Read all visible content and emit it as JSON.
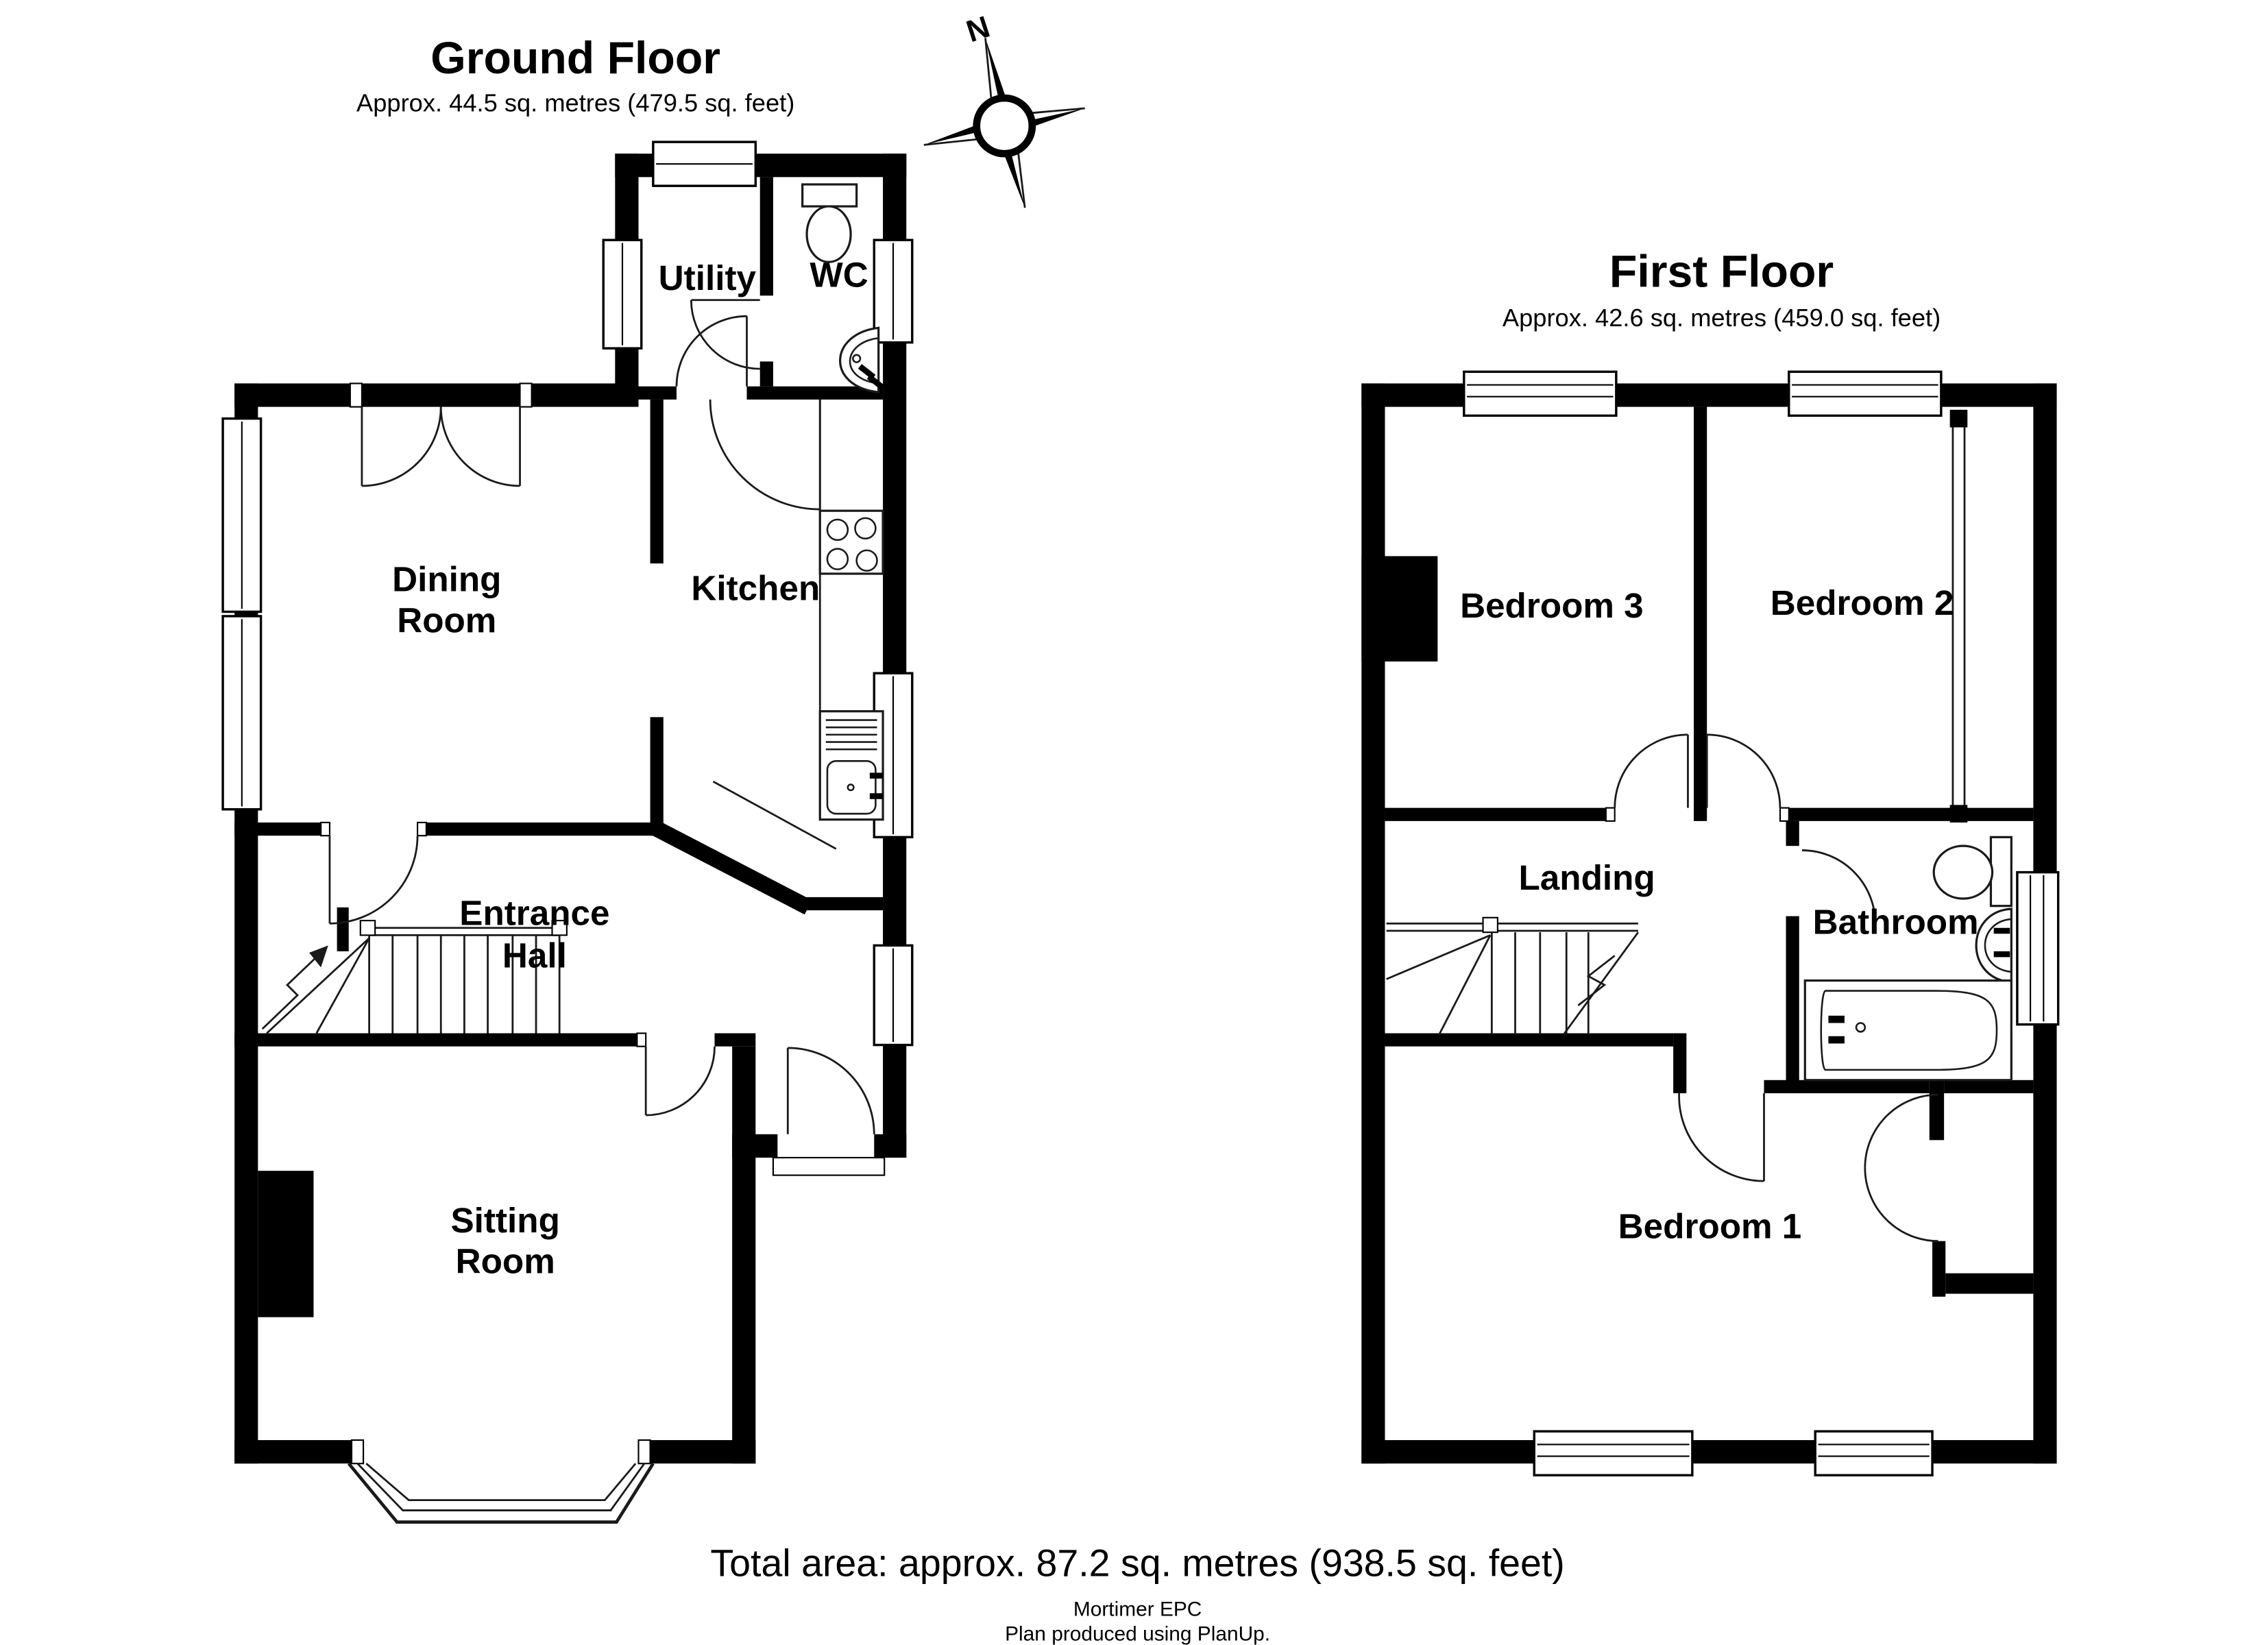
{
  "ground_floor": {
    "title": "Ground Floor",
    "area_label": "Approx. 44.5 sq. metres (479.5 sq. feet)",
    "rooms": {
      "utility": "Utility",
      "wc": "WC",
      "dining_line1": "Dining",
      "dining_line2": "Room",
      "kitchen": "Kitchen",
      "hall_line1": "Entrance",
      "hall_line2": "Hall",
      "sitting_line1": "Sitting",
      "sitting_line2": "Room"
    }
  },
  "first_floor": {
    "title": "First Floor",
    "area_label": "Approx. 42.6 sq. metres (459.0 sq. feet)",
    "rooms": {
      "bedroom3": "Bedroom 3",
      "bedroom2": "Bedroom 2",
      "landing": "Landing",
      "bathroom": "Bathroom",
      "bedroom1": "Bedroom 1"
    }
  },
  "compass": {
    "north_label": "N"
  },
  "footer": {
    "total_area": "Total area: approx. 87.2 sq. metres (938.5 sq. feet)",
    "credit_line1": "Mortimer EPC",
    "credit_line2": "Plan produced using PlanUp."
  },
  "colors": {
    "wall": "#000000",
    "background": "#ffffff"
  }
}
